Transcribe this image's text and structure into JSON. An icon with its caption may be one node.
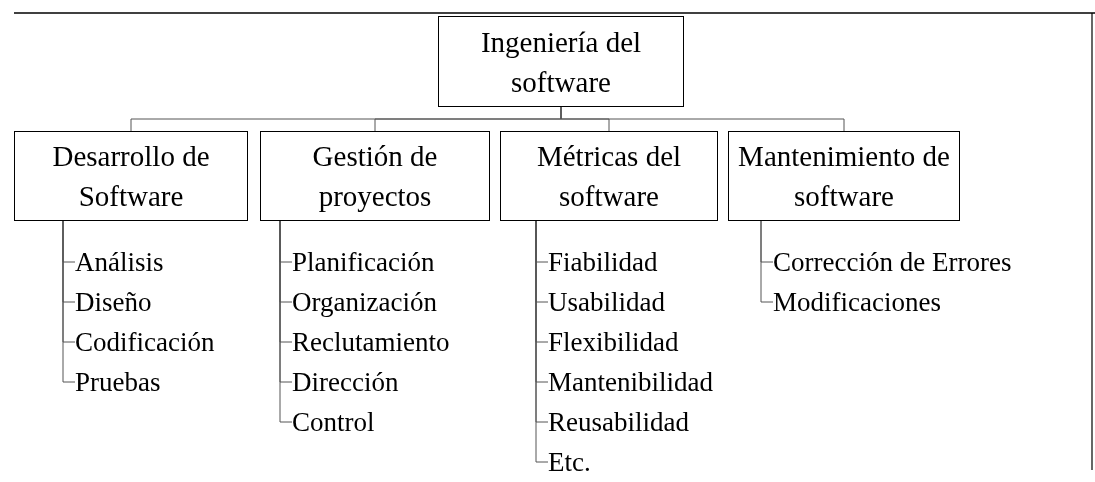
{
  "diagram": {
    "nodes": [
      {
        "text": [
          "Ingeniería del software"
        ]
      },
      {
        "text": [
          "Desarrollo de Software"
        ]
      },
      {
        "text": [
          "Gestión de proyectos"
        ]
      },
      {
        "text": [
          "Métricas del software"
        ]
      },
      {
        "text": [
          "Mantenimiento de software"
        ]
      },
      {
        "text": [
          "Análisis"
        ]
      },
      {
        "text": [
          "Diseño"
        ]
      },
      {
        "text": [
          "Codificación"
        ]
      },
      {
        "text": [
          "Pruebas"
        ]
      },
      {
        "text": [
          "Planificación"
        ]
      },
      {
        "text": [
          "Organización"
        ]
      },
      {
        "text": [
          "Reclutamiento"
        ]
      },
      {
        "text": [
          "Dirección"
        ]
      },
      {
        "text": [
          "Control"
        ]
      },
      {
        "text": [
          "Fiabilidad"
        ]
      },
      {
        "text": [
          "Usabilidad"
        ]
      },
      {
        "text": [
          "Flexibilidad"
        ]
      },
      {
        "text": [
          "Mantenibilidad"
        ]
      },
      {
        "text": [
          "Reusabilidad"
        ]
      },
      {
        "text": [
          "Etc."
        ]
      },
      {
        "text": [
          "Corrección de Errores"
        ]
      },
      {
        "text": [
          "Modificaciones"
        ]
      }
    ],
    "edges": [
      {
        "from": 0,
        "to": 1,
        "arrow": "none"
      },
      {
        "from": 0,
        "to": 2,
        "arrow": "none"
      },
      {
        "from": 0,
        "to": 3,
        "arrow": "none"
      },
      {
        "from": 0,
        "to": 4,
        "arrow": "none"
      },
      {
        "from": 1,
        "to": 5,
        "arrow": "none"
      },
      {
        "from": 1,
        "to": 6,
        "arrow": "none"
      },
      {
        "from": 1,
        "to": 7,
        "arrow": "none"
      },
      {
        "from": 1,
        "to": 8,
        "arrow": "none"
      },
      {
        "from": 2,
        "to": 9,
        "arrow": "none"
      },
      {
        "from": 2,
        "to": 10,
        "arrow": "none"
      },
      {
        "from": 2,
        "to": 11,
        "arrow": "none"
      },
      {
        "from": 2,
        "to": 12,
        "arrow": "none"
      },
      {
        "from": 2,
        "to": 13,
        "arrow": "none"
      },
      {
        "from": 3,
        "to": 14,
        "arrow": "none"
      },
      {
        "from": 3,
        "to": 15,
        "arrow": "none"
      },
      {
        "from": 3,
        "to": 16,
        "arrow": "none"
      },
      {
        "from": 3,
        "to": 17,
        "arrow": "none"
      },
      {
        "from": 3,
        "to": 18,
        "arrow": "none"
      },
      {
        "from": 3,
        "to": 19,
        "arrow": "none"
      },
      {
        "from": 4,
        "to": 20,
        "arrow": "none"
      },
      {
        "from": 4,
        "to": 21,
        "arrow": "none"
      }
    ]
  }
}
